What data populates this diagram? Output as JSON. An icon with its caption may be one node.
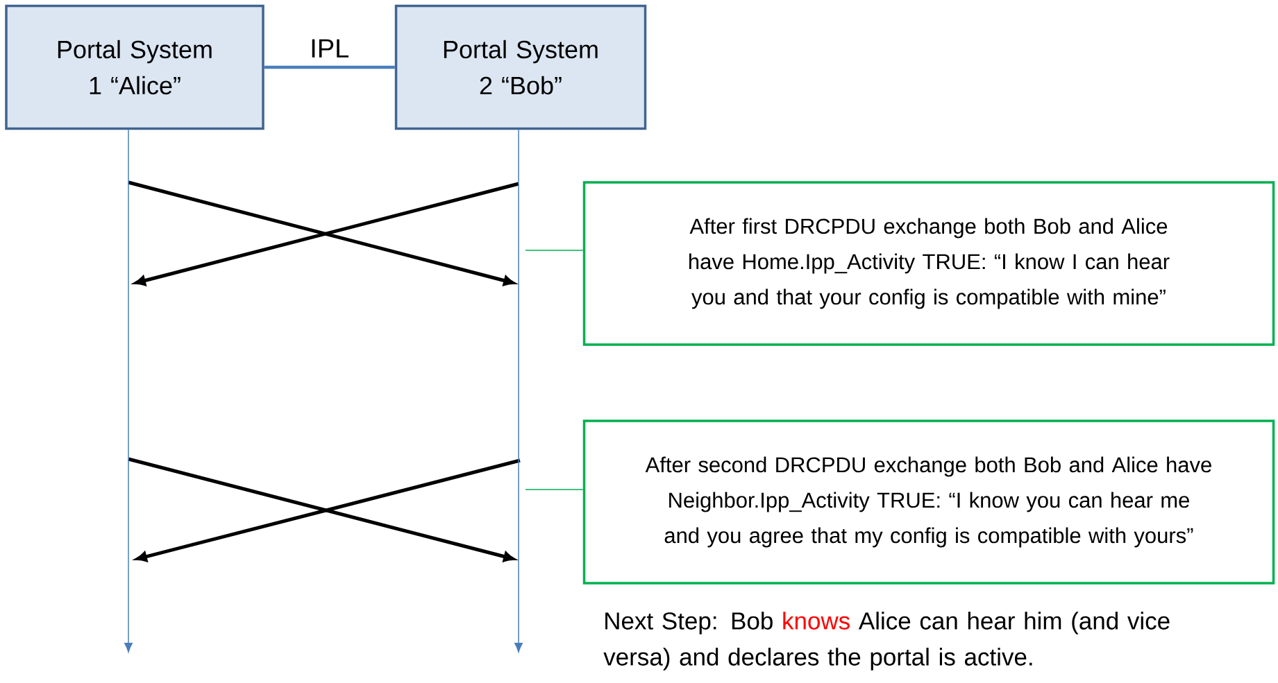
{
  "diagram": {
    "nodes": [
      {
        "text": [
          "Portal System 1 “Alice”"
        ]
      },
      {
        "text": [
          "Portal System 2 “Bob”"
        ]
      },
      {
        "text": [
          "After first DRCPDU exchange both Bob and Alice have Home.Ipp_Activity TRUE:  “I know I can hear you and that your config is compatible with mine”"
        ]
      },
      {
        "text": [
          "After second DRCPDU exchange both Bob and Alice have Neighbor.Ipp_Activity TRUE:  “I know you can hear me and you agree that my config is compatible with yours”"
        ]
      }
    ],
    "edges": [
      {
        "from": 0,
        "to": 1,
        "arrow": "none",
        "label": "IPL",
        "color": "#4a7ebb",
        "style": "thick"
      },
      {
        "from": 0,
        "to": null,
        "arrow": "to",
        "color": "#4a7ebb"
      },
      {
        "from": 1,
        "to": null,
        "arrow": "to",
        "color": "#4a7ebb"
      },
      {
        "from": null,
        "to": 2,
        "arrow": "none",
        "color": "#00b050"
      },
      {
        "from": null,
        "to": 3,
        "arrow": "none",
        "color": "#00b050"
      }
    ],
    "labels": [
      "Next Step:  Bob",
      "knows",
      "Alice can hear him (and vice versa) and declares the portal is active."
    ]
  }
}
